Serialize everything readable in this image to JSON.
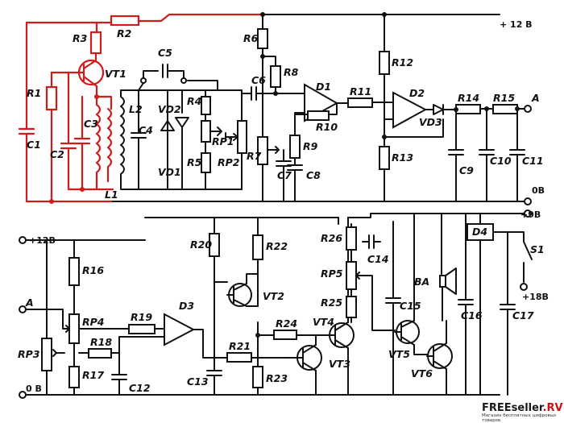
{
  "rails": {
    "top_plus12": "+ 12 В",
    "out_a": "A",
    "zero_0b": "0В",
    "bottom_plus12": "+12В",
    "bottom_in_a": "A",
    "bottom_0b": "0 В",
    "plus9b": "+9В",
    "plus18b": "+18В"
  },
  "components": {
    "R1": "R1",
    "R2": "R2",
    "R3": "R3",
    "R4": "R4",
    "R5": "R5",
    "R6": "R6",
    "R7": "R7",
    "R8": "R8",
    "R9": "R9",
    "R10": "R10",
    "R11": "R11",
    "R12": "R12",
    "R13": "R13",
    "R14": "R14",
    "R15": "R15",
    "R16": "R16",
    "R17": "R17",
    "R18": "R18",
    "R19": "R19",
    "R20": "R20",
    "R21": "R21",
    "R22": "R22",
    "R23": "R23",
    "R24": "R24",
    "R25": "R25",
    "R26": "R26",
    "C1": "C1",
    "C2": "C2",
    "C3": "C3",
    "C4": "C4",
    "C5": "C5",
    "C6": "C6",
    "C7": "C7",
    "C8": "C8",
    "C9": "C9",
    "C10": "C10",
    "C11": "C11",
    "C12": "C12",
    "C13": "C13",
    "C14": "C14",
    "C15": "C15",
    "C16": "C16",
    "C17": "C17",
    "RP1": "RP1",
    "RP2": "RP2",
    "RP3": "RP3",
    "RP4": "RP4",
    "RP5": "RP5",
    "VT1": "VT1",
    "VT2": "VT2",
    "VT3": "VT3",
    "VT4": "VT4",
    "VT5": "VT5",
    "VT6": "VT6",
    "VD1": "VD1",
    "VD2": "VD2",
    "VD3": "VD3",
    "D1": "D1",
    "D2": "D2",
    "D3": "D3",
    "D4": "D4",
    "L1": "L1",
    "L2": "L2",
    "S1": "S1",
    "BA": "BA"
  },
  "watermark": {
    "brand_a": "FREEseller",
    "brand_b": ".RV",
    "tagline": "Магазин бесплатных цифровых товаров"
  },
  "colors": {
    "highlight": "#d21a1a",
    "ink": "#111111"
  }
}
